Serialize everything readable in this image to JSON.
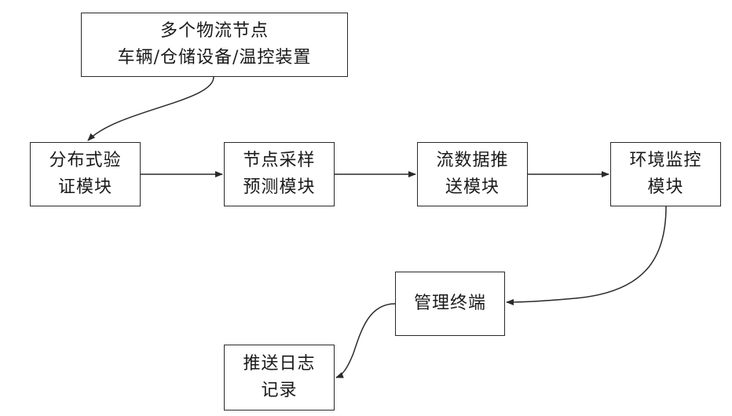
{
  "nodes": {
    "logistics": {
      "line1": "多个物流节点",
      "line2": "车辆/仓储设备/温控装置"
    },
    "verify": {
      "line1": "分布式验",
      "line2": "证模块"
    },
    "sampling": {
      "line1": "节点采样",
      "line2": "预测模块"
    },
    "stream": {
      "line1": "流数据推",
      "line2": "送模块"
    },
    "envmon": {
      "line1": "环境监控",
      "line2": "模块"
    },
    "terminal": {
      "line1": "管理终端"
    },
    "pushlog": {
      "line1": "推送日志",
      "line2": "记录"
    }
  },
  "edges": [
    {
      "from": "logistics",
      "to": "verify"
    },
    {
      "from": "verify",
      "to": "sampling"
    },
    {
      "from": "sampling",
      "to": "stream"
    },
    {
      "from": "stream",
      "to": "envmon"
    },
    {
      "from": "envmon",
      "to": "terminal"
    },
    {
      "from": "terminal",
      "to": "pushlog"
    }
  ]
}
